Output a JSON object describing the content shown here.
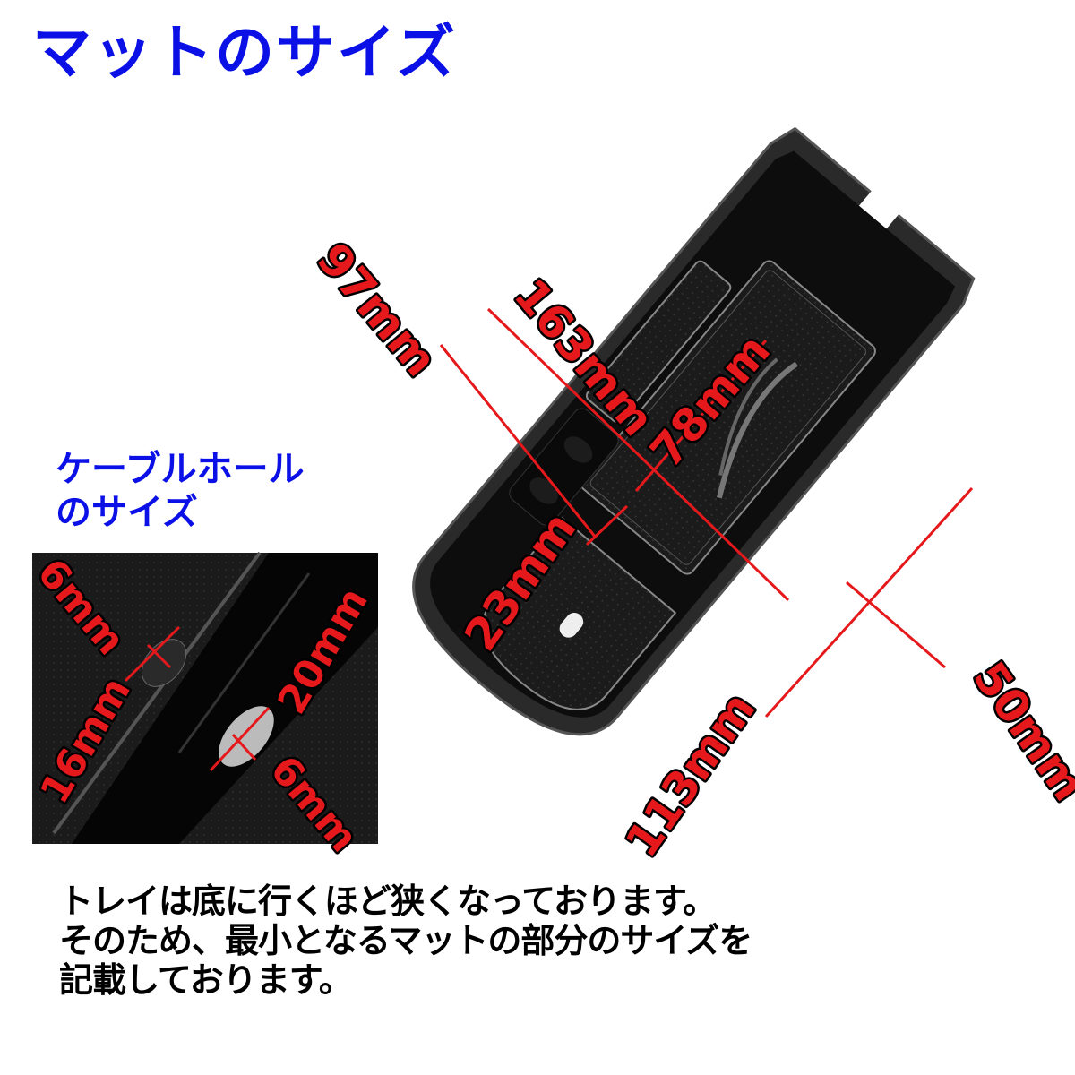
{
  "heading": "マットのサイズ",
  "cable_hole_heading": {
    "line1": "ケーブルホール",
    "line2": "のサイズ"
  },
  "note": {
    "lines": [
      "トレイは底に行くほど狭くなっております。",
      "そのため、最小となるマットの部分のサイズを",
      "記載しております。"
    ]
  },
  "mat_dimensions": {
    "left_strip_length": "97mm",
    "main_mat_length": "163mm",
    "main_mat_width": "78mm",
    "left_strip_width": "23mm",
    "round_mat_length": "113mm",
    "round_mat_width": "50mm"
  },
  "cable_hole_dimensions": {
    "upper_hole_width": "6mm",
    "upper_hole_length": "16mm",
    "lower_hole_length": "20mm",
    "lower_hole_width": "6mm"
  },
  "colors": {
    "heading_blue": "#0a10e6",
    "dimension_red": "#e5191c",
    "tray_black": "#141414"
  }
}
